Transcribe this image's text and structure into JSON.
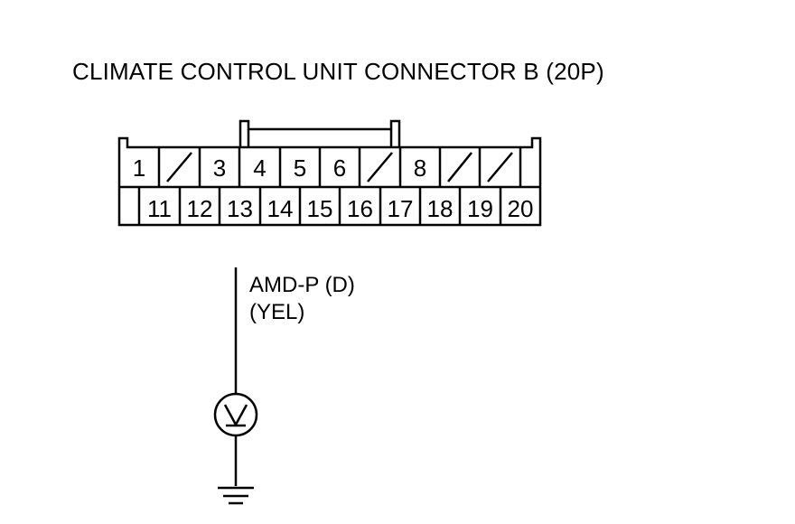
{
  "title": "CLIMATE CONTROL UNIT CONNECTOR B (20P)",
  "connector": {
    "top_row": [
      {
        "pin": "1",
        "unused": false
      },
      {
        "pin": "",
        "unused": true
      },
      {
        "pin": "3",
        "unused": false
      },
      {
        "pin": "4",
        "unused": false
      },
      {
        "pin": "5",
        "unused": false
      },
      {
        "pin": "6",
        "unused": false
      },
      {
        "pin": "",
        "unused": true
      },
      {
        "pin": "8",
        "unused": false
      },
      {
        "pin": "",
        "unused": true
      },
      {
        "pin": "",
        "unused": true
      }
    ],
    "bottom_row": [
      {
        "pin": "",
        "unused": false
      },
      {
        "pin": "11",
        "unused": false
      },
      {
        "pin": "12",
        "unused": false
      },
      {
        "pin": "13",
        "unused": false
      },
      {
        "pin": "14",
        "unused": false
      },
      {
        "pin": "15",
        "unused": false
      },
      {
        "pin": "16",
        "unused": false
      },
      {
        "pin": "17",
        "unused": false
      },
      {
        "pin": "18",
        "unused": false
      },
      {
        "pin": "19",
        "unused": false
      },
      {
        "pin": "20",
        "unused": false
      }
    ]
  },
  "wire": {
    "terminal": "AMD-P (D)",
    "color": "(YEL)"
  },
  "meter": {
    "symbol": "V",
    "icon": "voltmeter-icon"
  },
  "ground": {
    "icon": "ground-icon"
  }
}
